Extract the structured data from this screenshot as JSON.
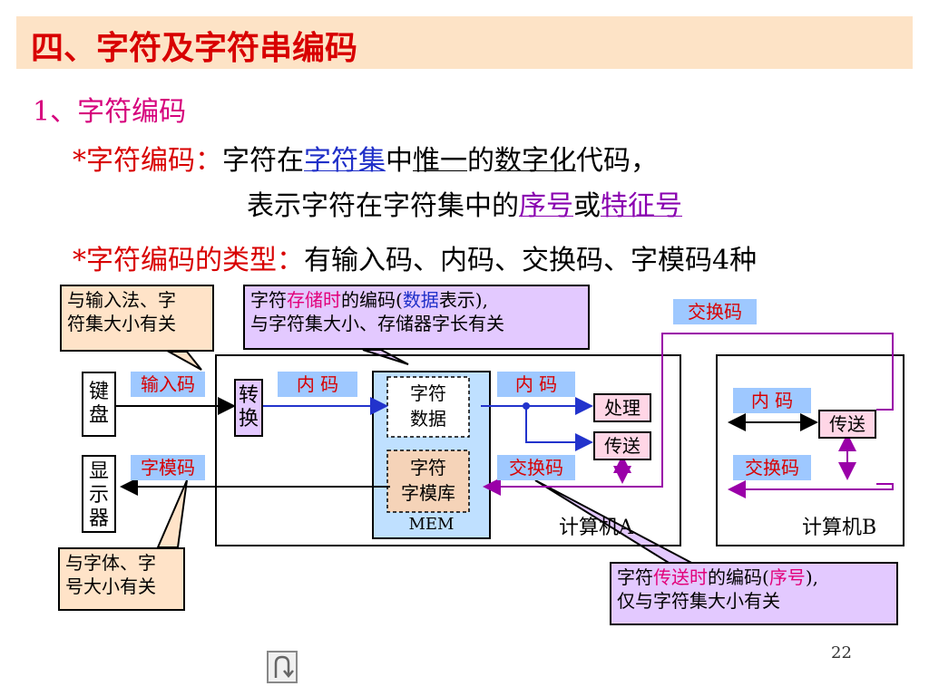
{
  "title": "四、字符及字符串编码",
  "section": "1、字符编码",
  "def": {
    "lead": "*字符编码：",
    "a1": "字符在",
    "a2": "字符集",
    "a3": "中",
    "a4": "惟一",
    "a5": "的",
    "a6": "数字化",
    "a7": "代码，",
    "b1": "表示字符在字符集中的",
    "b2": "序号",
    "b3": "或",
    "b4": "特征号"
  },
  "types": {
    "lead": "*字符编码的类型：",
    "text": "有输入码、内码、交换码、字模码4种"
  },
  "callouts": {
    "input": [
      "与输入法、字",
      "符集大小有关"
    ],
    "storage_pre": "字符",
    "storage_hl": "存储时",
    "storage_mid": "的编码(",
    "storage_hl2": "数据",
    "storage_end": "表示),",
    "storage_line2": "与字符集大小、存储器字长有关",
    "font": [
      "与字体、字",
      "号大小有关"
    ],
    "transfer_pre": "字符",
    "transfer_hl": "传送时",
    "transfer_mid": "的编码(",
    "transfer_hl2": "序号",
    "transfer_end": "),",
    "transfer_line2": "仅与字符集大小有关"
  },
  "diagram": {
    "keyboard": "键盘",
    "display": "显示器",
    "convert": "转换",
    "input_code": "输入码",
    "font_code": "字模码",
    "inner_code_a": "内  码",
    "inner_code_a2": "内  码",
    "exchange_code_a": "交换码",
    "exchange_code_top": "交换码",
    "mem_data": "字符\n数据",
    "mem_font": "字符\n字模库",
    "mem_label": "MEM",
    "process": "处理",
    "transfer_a": "传送",
    "computer_a": "计算机A",
    "inner_code_b": "内  码",
    "transfer_b": "传送",
    "exchange_code_b": "交换码",
    "computer_b": "计算机B"
  },
  "page_number": "22",
  "nav_icon": "return-icon"
}
